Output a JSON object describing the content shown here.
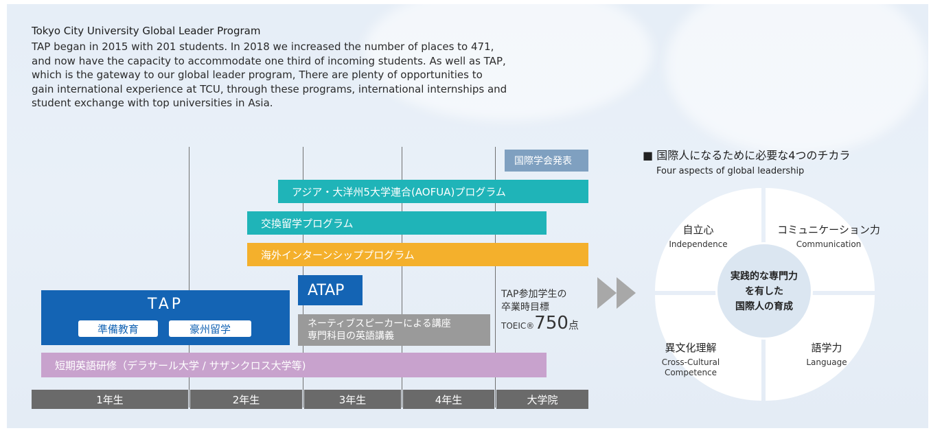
{
  "intro": {
    "title": "Tokyo City University Global Leader Program",
    "lines": [
      "TAP began in 2015 with 201 students. In 2018 we increased the number of places to 471,",
      "and now have the capacity to accommodate one third of incoming students. As well as TAP,",
      "which is the gateway to our global leader program, There are plenty of opportunities to",
      "gain international experience at TCU, through these programs, international internships and",
      "student exchange with top universities in Asia."
    ]
  },
  "programs": {
    "conference": "国際学会発表",
    "aofua": "アジア・大洋州5大学連合(AOFUA)プログラム",
    "exchange": "交換留学プログラム",
    "internship": "海外インターンシッププログラム",
    "atap": "ATAP",
    "native": [
      "ネーティブスピーカーによる講座",
      "専門科目の英語講義"
    ],
    "tap": "TAP",
    "tap_items": [
      "準備教育",
      "豪州留学"
    ],
    "short_training": "短期英語研修（デラサール大学 / サザンクロス大学等)"
  },
  "goal": {
    "line1": "TAP参加学生の",
    "line2": "卒業時目標",
    "toeic": "TOEIC®",
    "score": "750",
    "unit": "点"
  },
  "years": [
    "1年生",
    "2年生",
    "3年生",
    "4年生",
    "大学院"
  ],
  "aspects": {
    "title_jp": "■ 国際人になるために必要な4つのチカラ",
    "title_en": "Four aspects of global leadership",
    "center": [
      "実践的な専門力",
      "を有した",
      "国際人の育成"
    ],
    "items": [
      {
        "jp": "自立心",
        "en": "Independence"
      },
      {
        "jp": "コミュニケーション力",
        "en": "Communication"
      },
      {
        "jp": "異文化理解",
        "en": "Cross-Cultural Competence"
      },
      {
        "jp": "語学力",
        "en": "Language"
      }
    ]
  },
  "colors": {
    "teal": "#1fb4b8",
    "orange": "#f4b02c",
    "blue": "#1464b4",
    "pink": "#c8a2cd",
    "grey": "#9a9a9a",
    "year_bar": "#6a6a6a"
  },
  "icons": [
    "double-chevron-right-icon"
  ]
}
